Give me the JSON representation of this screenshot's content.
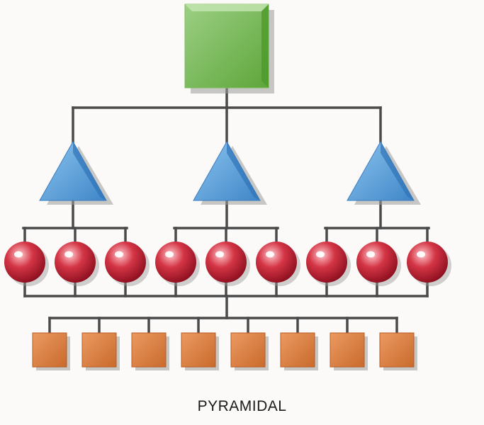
{
  "diagram": {
    "caption": "PYRAMIDAL",
    "colors": {
      "connector": "#4a4a4a",
      "top_square": "#7cbd5c",
      "triangle": "#5a9fd8",
      "sphere": "#d02c3c",
      "bottom_square": "#d87a3c",
      "shadow": "#9a9a9a"
    },
    "levels": {
      "top_square_count": 1,
      "triangle_count": 3,
      "sphere_count": 9,
      "spheres_per_triangle": 3,
      "bottom_square_count": 8
    }
  }
}
